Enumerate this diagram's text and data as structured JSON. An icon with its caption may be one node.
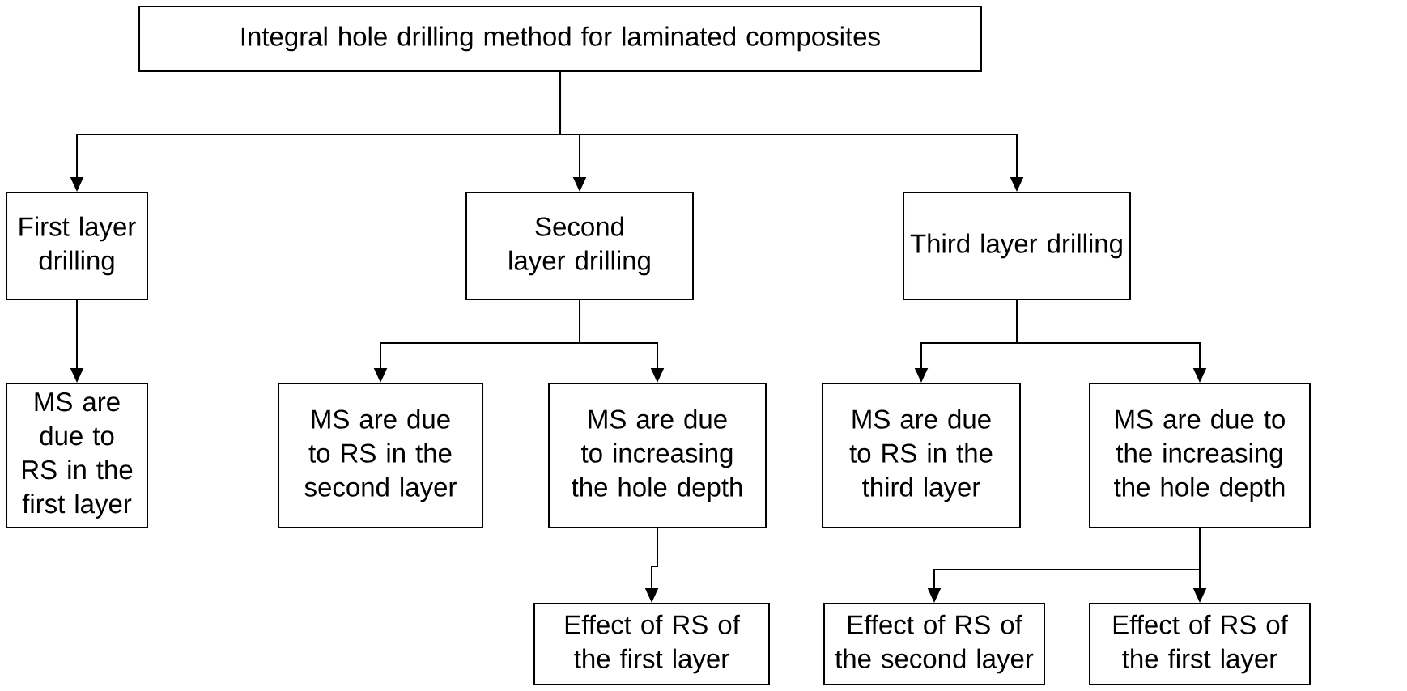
{
  "diagram": {
    "nodes": [
      {
        "text": [
          "Integral hole drilling method for laminated composites"
        ]
      },
      {
        "text": [
          "First layer drilling"
        ]
      },
      {
        "text": [
          "Second layer drilling"
        ]
      },
      {
        "text": [
          "Third layer drilling"
        ]
      },
      {
        "text": [
          "MS are due to RS in the first layer"
        ]
      },
      {
        "text": [
          "MS are due to RS in the second layer"
        ]
      },
      {
        "text": [
          "MS are due to increasing the hole depth"
        ]
      },
      {
        "text": [
          "MS are due to RS in the third layer"
        ]
      },
      {
        "text": [
          "MS are due to the increasing the hole depth"
        ]
      },
      {
        "text": [
          "Effect of RS of the first layer"
        ]
      },
      {
        "text": [
          "Effect of RS of the second layer"
        ]
      },
      {
        "text": [
          "Effect of RS of the first layer"
        ]
      }
    ],
    "edges": [
      {
        "from": 0,
        "to": 1,
        "arrow": "to"
      },
      {
        "from": 0,
        "to": 2,
        "arrow": "to"
      },
      {
        "from": 0,
        "to": 3,
        "arrow": "to"
      },
      {
        "from": 1,
        "to": 4,
        "arrow": "to"
      },
      {
        "from": 2,
        "to": 5,
        "arrow": "to"
      },
      {
        "from": 2,
        "to": 6,
        "arrow": "to"
      },
      {
        "from": 3,
        "to": 7,
        "arrow": "to"
      },
      {
        "from": 3,
        "to": 8,
        "arrow": "to"
      },
      {
        "from": 6,
        "to": 9,
        "arrow": "to"
      },
      {
        "from": 8,
        "to": 10,
        "arrow": "to"
      },
      {
        "from": 8,
        "to": 11,
        "arrow": "to"
      }
    ]
  }
}
